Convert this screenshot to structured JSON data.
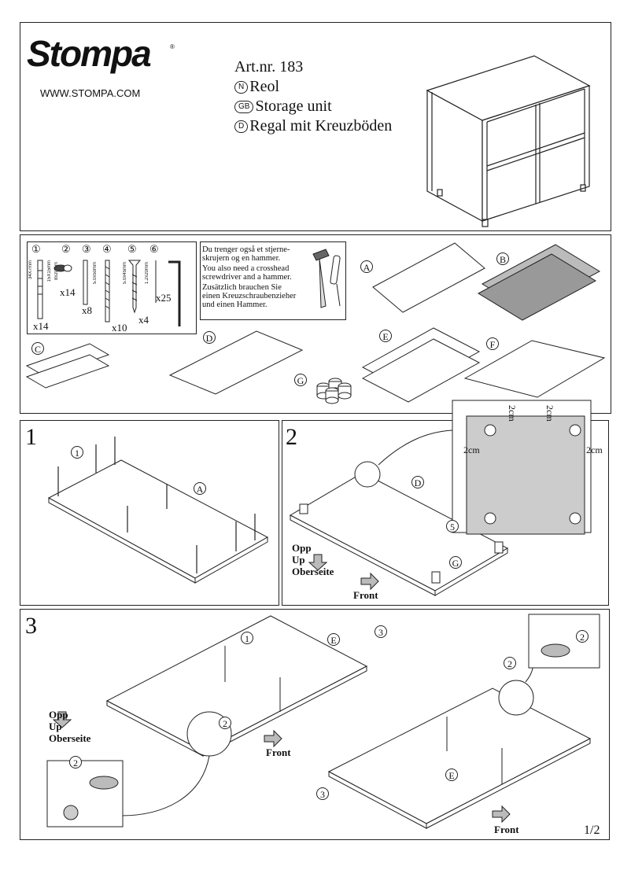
{
  "header": {
    "brand": "Stompa",
    "registered": "®",
    "website": "WWW.STOMPA.COM",
    "article": "Art.nr. 183",
    "names": [
      {
        "code": "N",
        "text": "Reol"
      },
      {
        "code": "GB",
        "text": "Storage unit"
      },
      {
        "code": "D",
        "text": "Regal mit Kreuzböden"
      }
    ]
  },
  "parts": {
    "hardware": [
      {
        "num": "①",
        "size": "34X7mm",
        "size2": "15X15mm",
        "qty": "x14"
      },
      {
        "num": "②",
        "size": "8x20mm",
        "qty": "x14"
      },
      {
        "num": "③",
        "size": "",
        "qty": "x8"
      },
      {
        "num": "④",
        "size": "5.0x50mm",
        "qty": "x10"
      },
      {
        "num": "⑤",
        "size": "5.0x45mm",
        "qty": "x4"
      },
      {
        "num": "⑥",
        "size": "1.2x20mm",
        "qty": "x25"
      }
    ],
    "tools_note": {
      "no": "Du trenger også et stjerne-skrujern og en hammer.",
      "en": "You also need a crosshead screwdriver and a hammer.",
      "de": "Zusätzlich brauchen Sie einen Kreuzschraubenzieher und einen Hammer."
    },
    "panel_labels": [
      "A",
      "B",
      "C",
      "D",
      "E",
      "F",
      "G"
    ]
  },
  "steps": [
    {
      "number": "1",
      "callouts": [
        "1",
        "A"
      ]
    },
    {
      "number": "2",
      "callouts": [
        "D",
        "5",
        "G"
      ],
      "dims": [
        "2cm",
        "2cm",
        "2cm",
        "2cm"
      ],
      "up_label": [
        "Opp",
        "Up",
        "Oberseite"
      ],
      "front": "Front"
    },
    {
      "number": "3",
      "callouts": [
        "1",
        "E",
        "3",
        "2",
        "2",
        "2",
        "2",
        "E",
        "3"
      ],
      "up_label": [
        "Opp",
        "Up",
        "Oberseite"
      ],
      "front": "Front",
      "front2": "Front"
    }
  ],
  "page": "1/2"
}
